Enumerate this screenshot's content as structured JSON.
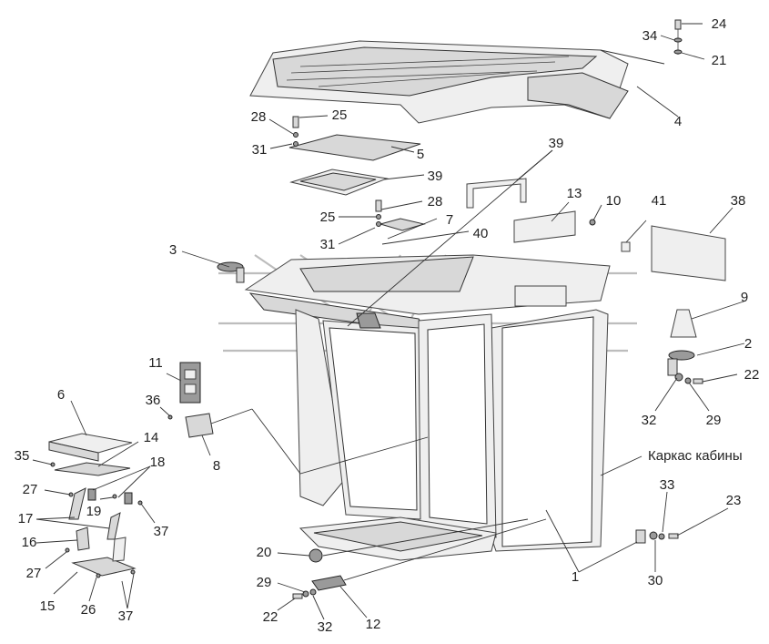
{
  "labels": [
    {
      "id": "lbl-24",
      "text": "24"
    },
    {
      "id": "lbl-34",
      "text": "34"
    },
    {
      "id": "lbl-21",
      "text": "21"
    },
    {
      "id": "lbl-4",
      "text": "4"
    },
    {
      "id": "lbl-28a",
      "text": "28"
    },
    {
      "id": "lbl-25a",
      "text": "25"
    },
    {
      "id": "lbl-31a",
      "text": "31"
    },
    {
      "id": "lbl-5",
      "text": "5"
    },
    {
      "id": "lbl-39a",
      "text": "39"
    },
    {
      "id": "lbl-39b",
      "text": "39"
    },
    {
      "id": "lbl-28b",
      "text": "28"
    },
    {
      "id": "lbl-25b",
      "text": "25"
    },
    {
      "id": "lbl-7",
      "text": "7"
    },
    {
      "id": "lbl-31b",
      "text": "31"
    },
    {
      "id": "lbl-40",
      "text": "40"
    },
    {
      "id": "lbl-13",
      "text": "13"
    },
    {
      "id": "lbl-10",
      "text": "10"
    },
    {
      "id": "lbl-41",
      "text": "41"
    },
    {
      "id": "lbl-38",
      "text": "38"
    },
    {
      "id": "lbl-3",
      "text": "3"
    },
    {
      "id": "lbl-9",
      "text": "9"
    },
    {
      "id": "lbl-2",
      "text": "2"
    },
    {
      "id": "lbl-22a",
      "text": "22"
    },
    {
      "id": "lbl-32a",
      "text": "32"
    },
    {
      "id": "lbl-29a",
      "text": "29"
    },
    {
      "id": "lbl-11",
      "text": "11"
    },
    {
      "id": "lbl-36",
      "text": "36"
    },
    {
      "id": "lbl-6",
      "text": "6"
    },
    {
      "id": "lbl-8",
      "text": "8"
    },
    {
      "id": "lbl-14",
      "text": "14"
    },
    {
      "id": "lbl-35",
      "text": "35"
    },
    {
      "id": "lbl-18",
      "text": "18"
    },
    {
      "id": "lbl-27a",
      "text": "27"
    },
    {
      "id": "lbl-19",
      "text": "19"
    },
    {
      "id": "lbl-17",
      "text": "17"
    },
    {
      "id": "lbl-37a",
      "text": "37"
    },
    {
      "id": "lbl-16",
      "text": "16"
    },
    {
      "id": "lbl-27b",
      "text": "27"
    },
    {
      "id": "lbl-15",
      "text": "15"
    },
    {
      "id": "lbl-26",
      "text": "26"
    },
    {
      "id": "lbl-37b",
      "text": "37"
    },
    {
      "id": "lbl-frame",
      "text": "Каркас кабины"
    },
    {
      "id": "lbl-33",
      "text": "33"
    },
    {
      "id": "lbl-23",
      "text": "23"
    },
    {
      "id": "lbl-30",
      "text": "30"
    },
    {
      "id": "lbl-1",
      "text": "1"
    },
    {
      "id": "lbl-20",
      "text": "20"
    },
    {
      "id": "lbl-29b",
      "text": "29"
    },
    {
      "id": "lbl-22b",
      "text": "22"
    },
    {
      "id": "lbl-32b",
      "text": "32"
    },
    {
      "id": "lbl-12",
      "text": "12"
    }
  ]
}
